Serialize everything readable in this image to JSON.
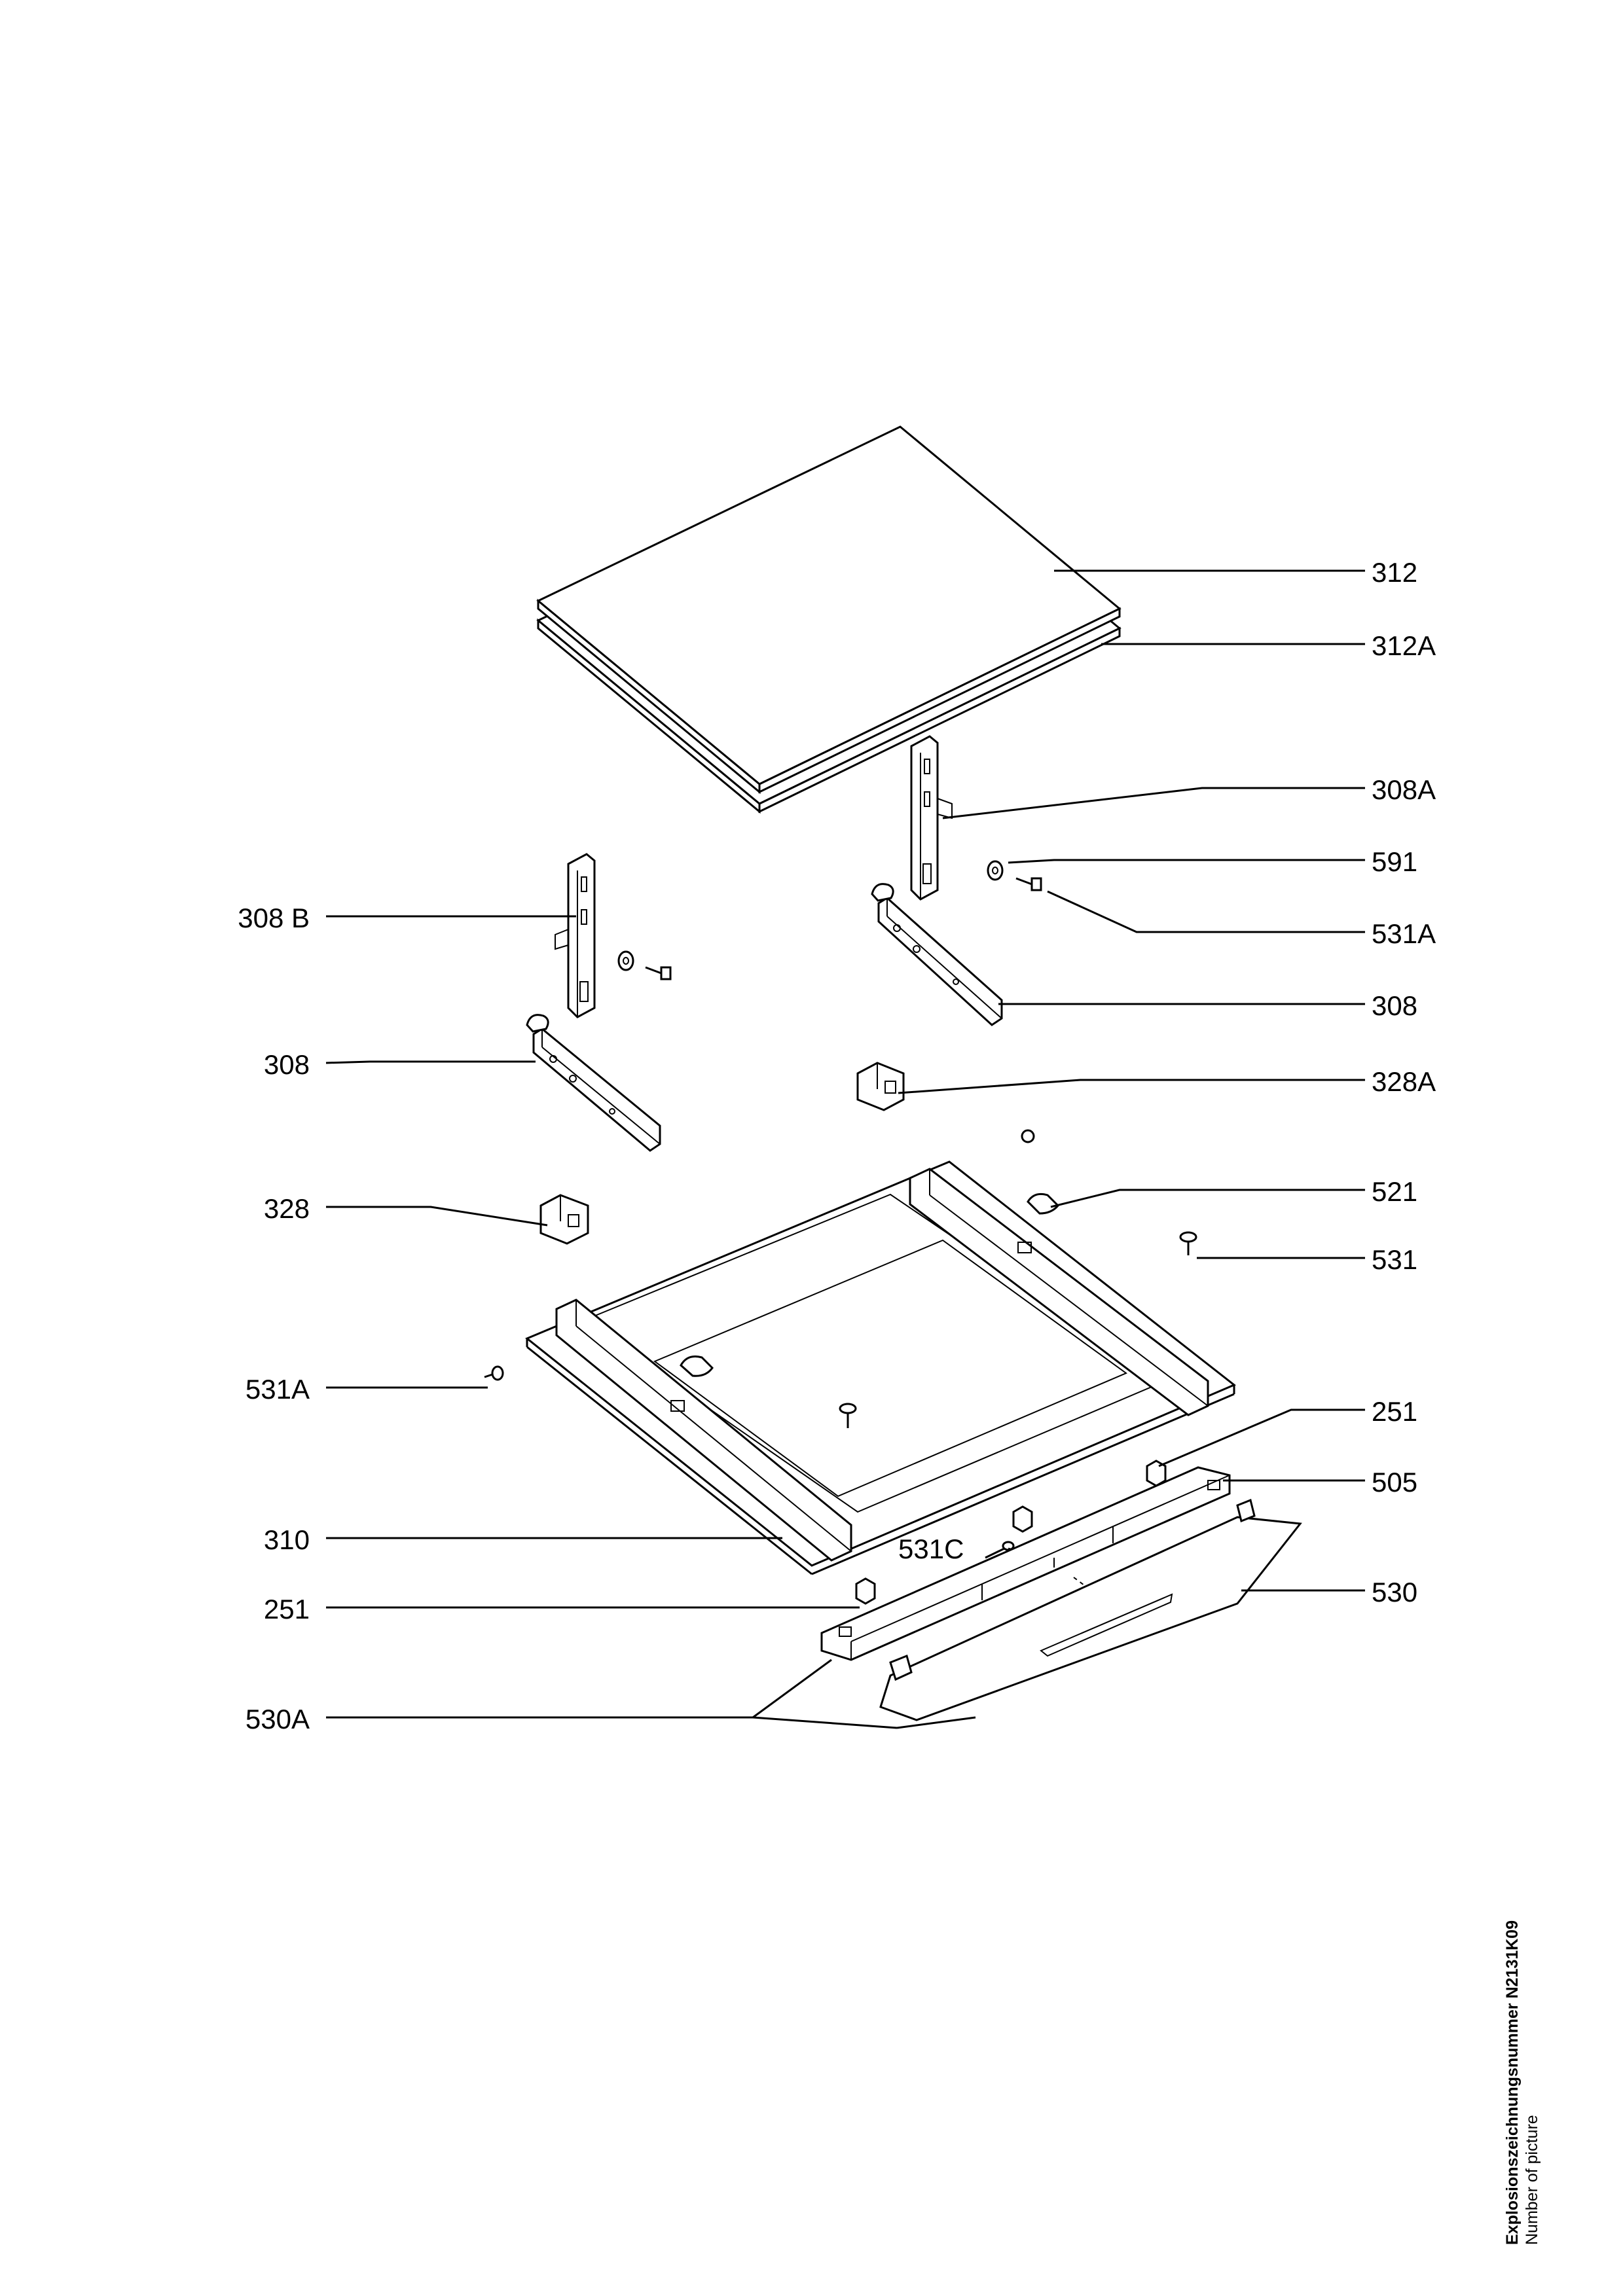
{
  "labels": {
    "l312": "312",
    "l312A": "312A",
    "l308A": "308A",
    "l591": "591",
    "l531A_r": "531A",
    "l308_r": "308",
    "l328A": "328A",
    "l521": "521",
    "l531": "531",
    "l251_r": "251",
    "l505": "505",
    "l530": "530",
    "l308B": "308 B",
    "l308_l": "308",
    "l328": "328",
    "l531A_l": "531A",
    "l310": "310",
    "l251_l": "251",
    "l530A": "530A",
    "l531C": "531C"
  },
  "side_note": {
    "line1": "Explosionszeichnungsnummer N2131K09",
    "line2": "Number of picture"
  }
}
